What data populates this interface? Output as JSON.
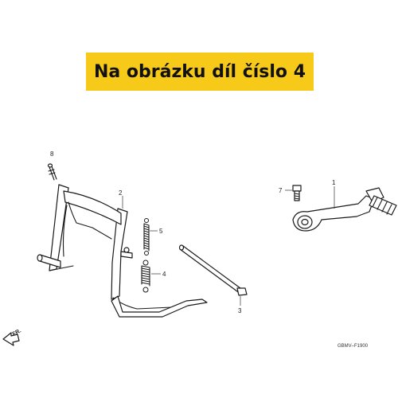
{
  "banner": {
    "text": "Na obrázku díl číslo 4",
    "color": "#f7c919"
  },
  "callouts": {
    "p1": "1",
    "p2": "2",
    "p3": "3",
    "p4": "4",
    "p5": "5",
    "p7": "7",
    "p8": "8"
  },
  "direction": {
    "label": "FR.",
    "icon": "front-direction-arrow-icon"
  },
  "diagram_code": "GBMV–F1900"
}
